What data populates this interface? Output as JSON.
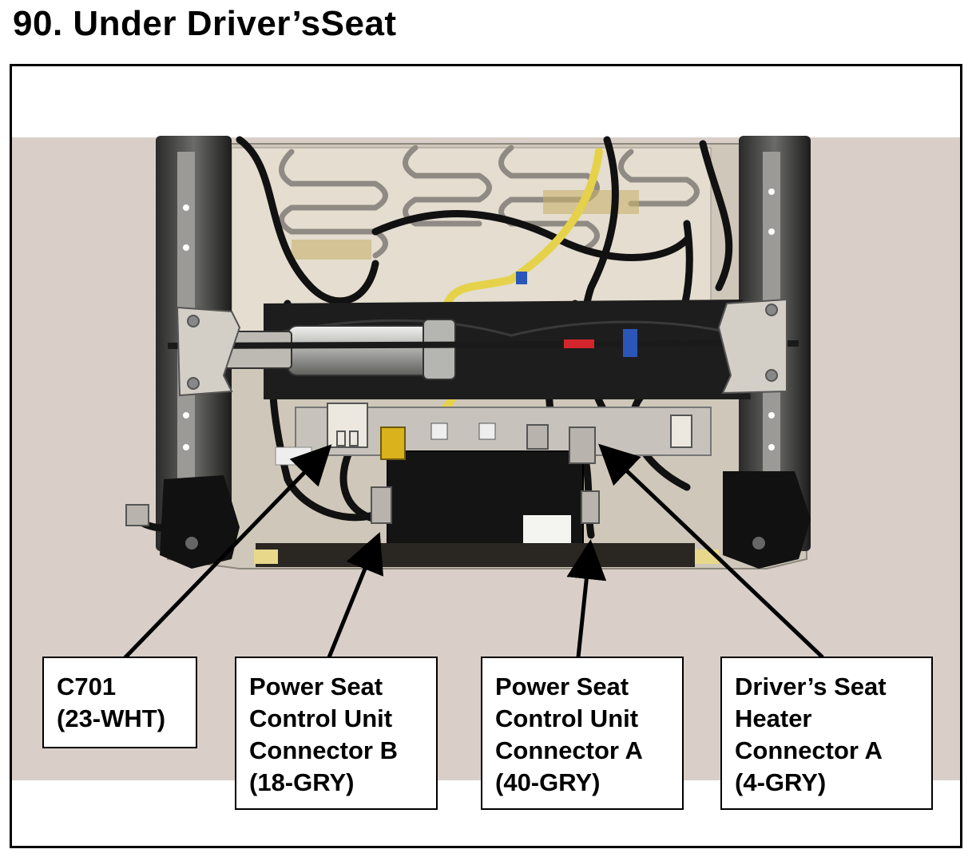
{
  "title": "90.  Under Driver’sSeat",
  "callouts": [
    {
      "id": "c701",
      "lines": [
        "C701",
        "(23-WHT)"
      ]
    },
    {
      "id": "pscu-b",
      "lines": [
        "Power Seat",
        "Control Unit",
        "Connector B",
        "(18-GRY)"
      ]
    },
    {
      "id": "pscu-a",
      "lines": [
        "Power Seat",
        "Control Unit",
        "Connector A",
        "(40-GRY)"
      ]
    },
    {
      "id": "heater-a",
      "lines": [
        "Driver’s Seat",
        "Heater",
        "Connector A",
        "(4-GRY)"
      ]
    }
  ],
  "colors": {
    "background": "#d9cfc8",
    "harness": "#111111",
    "yellow_harness": "#e6d24a",
    "connector_gray": "#b8b4ad",
    "connector_white": "#ece8df",
    "connector_yellow": "#d9b21c",
    "motor_silver": "#c9c9c6",
    "accent_red": "#d3262c",
    "accent_blue": "#2a56b8"
  }
}
